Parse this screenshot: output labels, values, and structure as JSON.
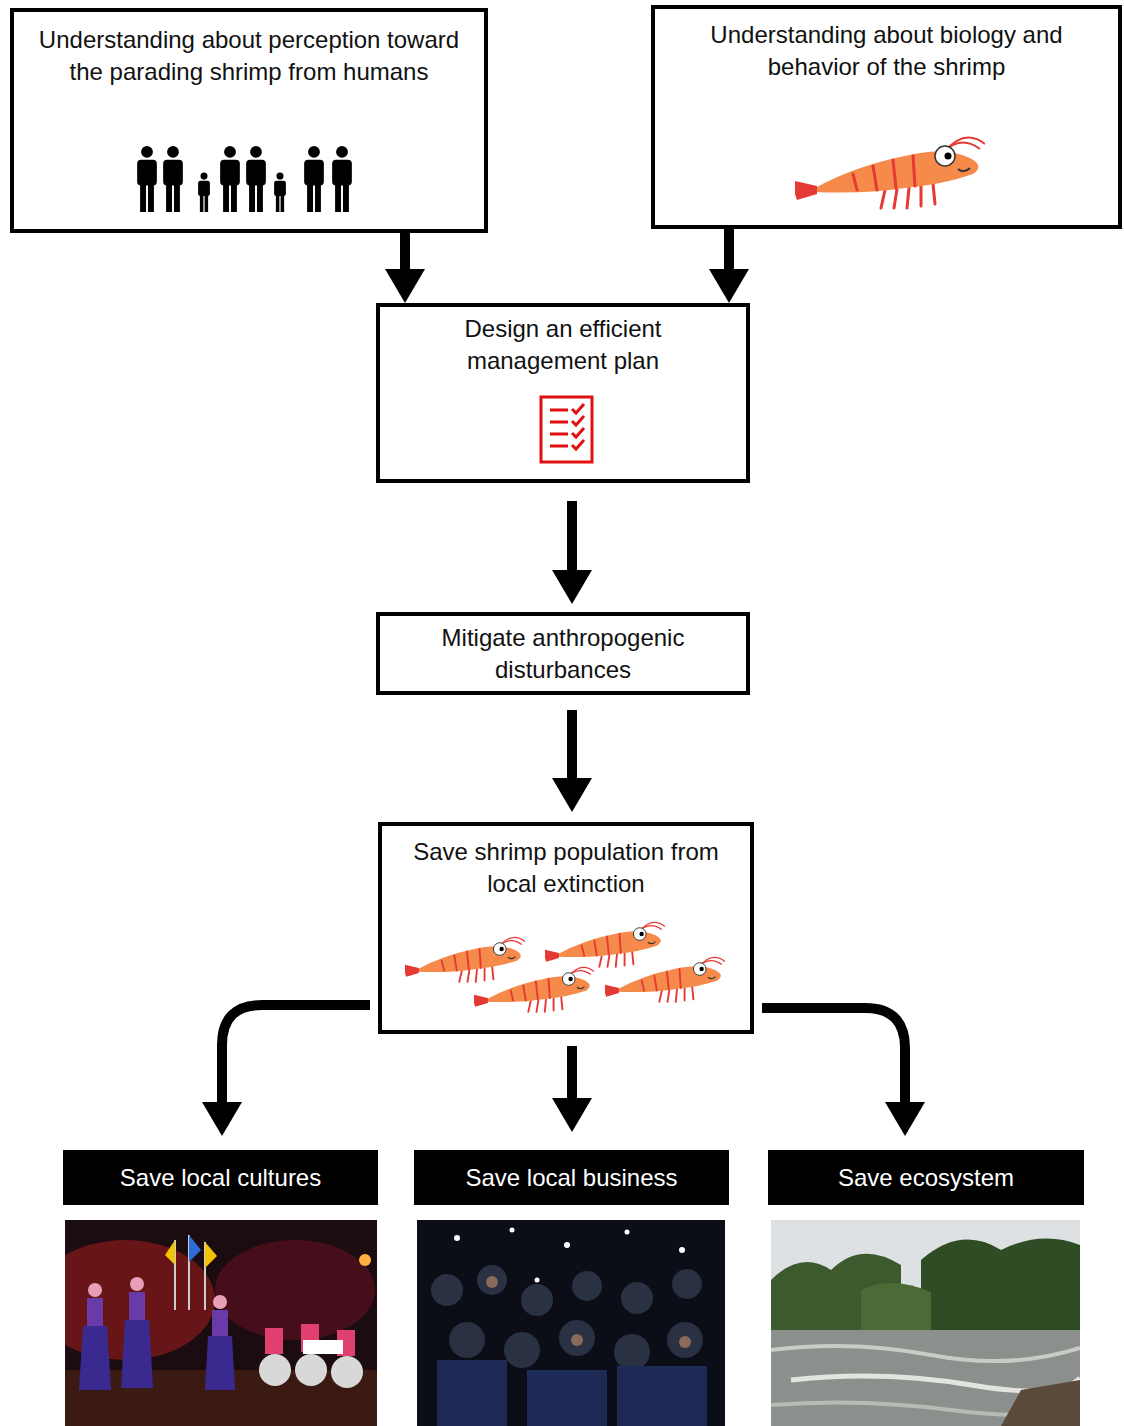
{
  "diagram": {
    "nodes": [
      {
        "text": [
          "Understanding about perception toward the parading shrimp from humans"
        ]
      },
      {
        "text": [
          "Understanding about biology and behavior of the shrimp"
        ]
      },
      {
        "text": [
          "Design an efficient management plan"
        ]
      },
      {
        "text": [
          "Mitigate anthropogenic disturbances"
        ]
      },
      {
        "text": [
          "Save shrimp population from local extinction"
        ]
      },
      {
        "text": [
          "Save local cultures"
        ]
      },
      {
        "text": [
          "Save local business"
        ]
      },
      {
        "text": [
          "Save ecosystem"
        ]
      }
    ],
    "edges": [
      {
        "from": 0,
        "to": 2,
        "arrow": "to"
      },
      {
        "from": 1,
        "to": 2,
        "arrow": "to"
      },
      {
        "from": 2,
        "to": 3,
        "arrow": "to"
      },
      {
        "from": 3,
        "to": 4,
        "arrow": "to"
      },
      {
        "from": 4,
        "to": 5,
        "arrow": "to"
      },
      {
        "from": 4,
        "to": 6,
        "arrow": "to"
      },
      {
        "from": 4,
        "to": 7,
        "arrow": "to"
      }
    ]
  }
}
